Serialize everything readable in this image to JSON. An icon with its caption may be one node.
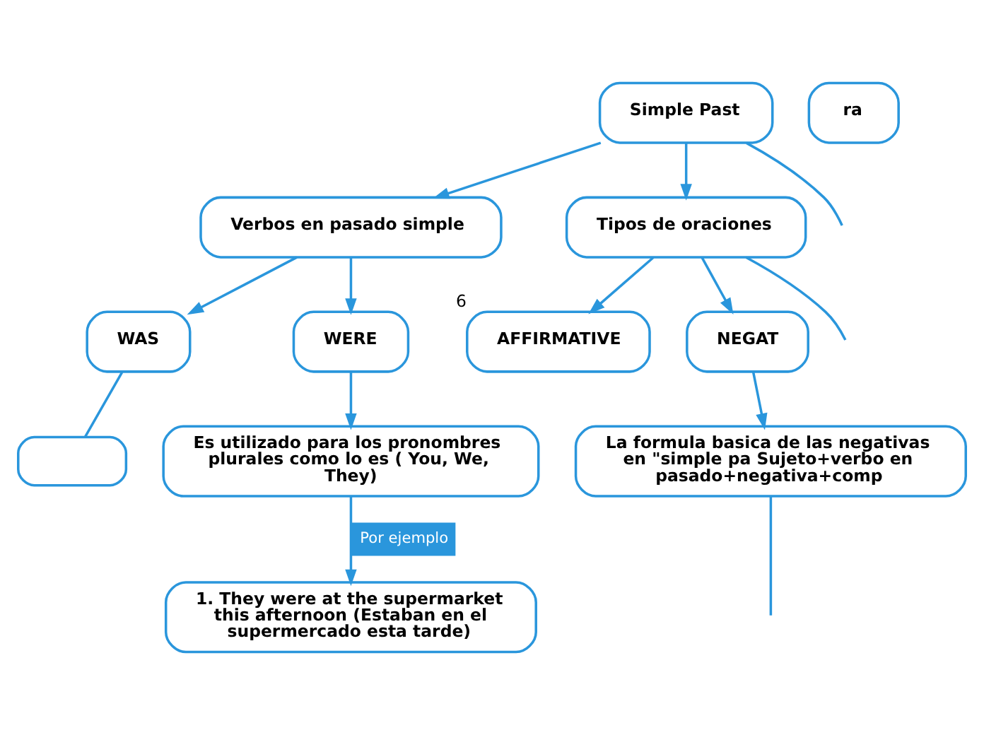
{
  "diagram": {
    "nodes": [
      {
        "text": [
          "Simple Past"
        ]
      },
      {
        "text": [
          "Verbos en pasado simple"
        ]
      },
      {
        "text": [
          "Tipos de oraciones"
        ]
      },
      {
        "text": [
          "WAS"
        ]
      },
      {
        "text": [
          "WERE"
        ]
      },
      {
        "text": [
          "AFFIRMATIVE"
        ],
        "beside": [
          "6"
        ]
      },
      {
        "text": [
          "NEGAT"
        ]
      },
      {
        "text": [],
        "shape": "box"
      },
      {
        "text": [
          "Es utilizado para los pronombres plurales como lo es ( You, We, They)"
        ]
      },
      {
        "text": [
          "La formula basica de las negativas en \"simple pa Sujeto+verbo en pasado+negativa+comp"
        ]
      },
      {
        "text": [
          "ra"
        ]
      },
      {
        "text": [
          "1. They were at the supermarket this afternoon (Estaban en el supermercado esta tarde)"
        ]
      }
    ],
    "edges": [
      {
        "from": 0,
        "to": null,
        "arrow": "none"
      },
      {
        "from": 0,
        "to": 1,
        "arrow": "to"
      },
      {
        "from": 0,
        "to": 2,
        "arrow": "to"
      },
      {
        "from": 1,
        "to": 3,
        "arrow": "to"
      },
      {
        "from": 1,
        "to": 4,
        "arrow": "to"
      },
      {
        "from": 2,
        "to": 5,
        "arrow": "to"
      },
      {
        "from": 2,
        "to": 6,
        "arrow": "to"
      },
      {
        "from": 2,
        "to": null,
        "arrow": "none"
      },
      {
        "from": 3,
        "to": 7,
        "arrow": "none"
      },
      {
        "from": 4,
        "to": 8,
        "arrow": "to"
      },
      {
        "from": 8,
        "to": 11,
        "arrow": "to",
        "label": "Por ejemplo"
      },
      {
        "from": 6,
        "to": 9,
        "arrow": "to"
      },
      {
        "from": 9,
        "to": null,
        "arrow": "none"
      }
    ]
  }
}
